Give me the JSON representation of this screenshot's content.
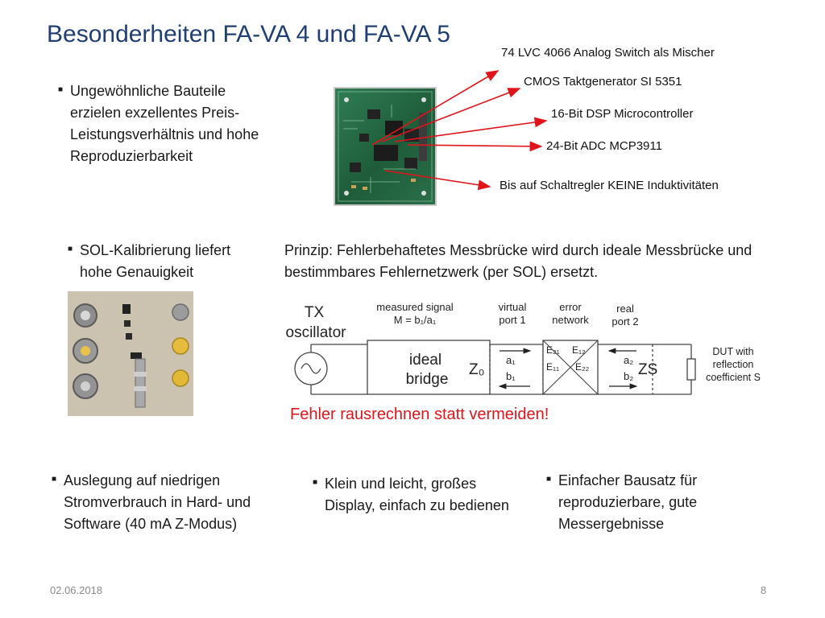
{
  "slide": {
    "title": "Besonderheiten FA-VA 4 und FA-VA 5",
    "date": "02.06.2018",
    "page_number": "8"
  },
  "bullets": {
    "b1": "Ungewöhnliche Bauteile erzielen exzellentes Preis-Leistungsverhältnis und hohe Reproduzierbarkeit",
    "b2": "SOL-Kalibrierung liefert hohe Genauigkeit",
    "b3": "Auslegung auf niedrigen Stromverbrauch in Hard- und Software (40 mA Z-Modus)",
    "b4": "Klein und leicht, großes Display, einfach zu bedienen",
    "b5": "Einfacher Bausatz für reproduzierbare, gute Messergebnisse"
  },
  "callouts": {
    "c1": "74 LVC 4066 Analog Switch als Mischer",
    "c2": "CMOS Taktgenerator SI 5351",
    "c3": "16-Bit DSP Microcontroller",
    "c4": "24-Bit ADC MCP3911",
    "c5": "Bis auf Schaltregler KEINE Induktivitäten"
  },
  "principle": "Prinzip: Fehlerbehaftetes Messbrücke wird durch ideale Messbrücke und bestimmbares Fehlernetzwerk (per SOL) ersetzt.",
  "conclusion": "Fehler rausrechnen statt vermeiden!",
  "diagram": {
    "tx_line1": "TX",
    "tx_line2": "oscillator",
    "measured_line1": "measured signal",
    "measured_line2": "M = b₁/a₁",
    "virtual_line1": "virtual",
    "virtual_line2": "port 1",
    "error_line1": "error",
    "error_line2": "network",
    "real_line1": "real",
    "real_line2": "port 2",
    "bridge_line1": "ideal",
    "bridge_line2": "bridge",
    "z0": "Z₀",
    "zs": "ZS",
    "a1": "a₁",
    "b1": "b₁",
    "a2": "a₂",
    "b2": "b₂",
    "e21": "E₂₁",
    "e12": "E₁₂",
    "e11": "E₁₁",
    "e22": "E₂₂",
    "dut_line1": "DUT with",
    "dut_line2": "reflection",
    "dut_line3": "coefficient S"
  },
  "colors": {
    "title": "#1f3f73",
    "arrow": "#e0151b",
    "conclusion": "#e0151b",
    "pcb": "#2f7d55"
  }
}
